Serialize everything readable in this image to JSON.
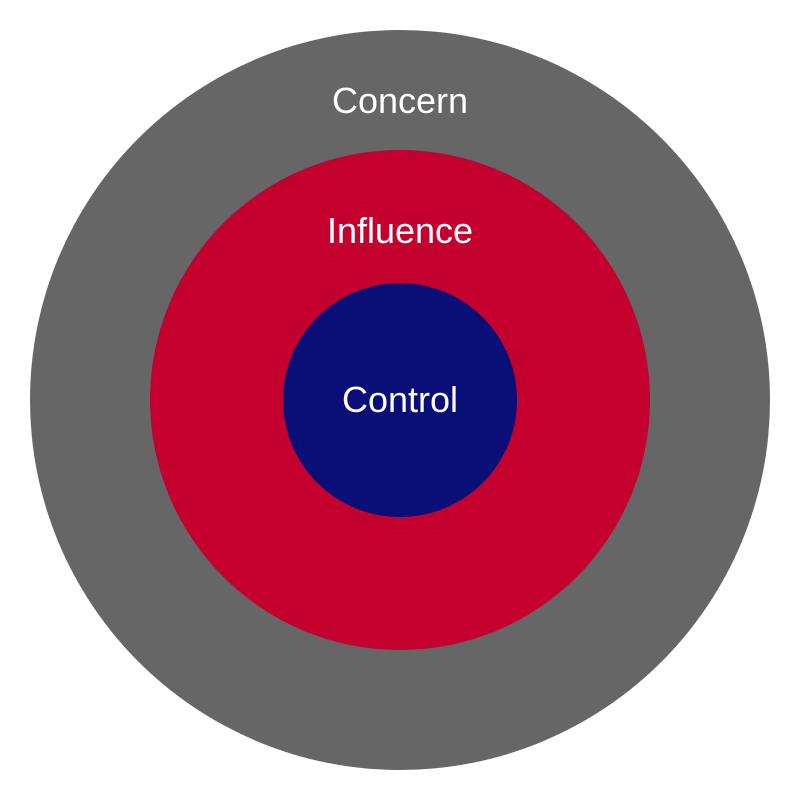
{
  "diagram": {
    "rings": [
      {
        "id": "concern",
        "label": "Concern",
        "color": "#666666"
      },
      {
        "id": "influence",
        "label": "Influence",
        "color": "#c4002f"
      },
      {
        "id": "control",
        "label": "Control",
        "color": "#0a0f78"
      }
    ],
    "label_color": "#ffffff"
  }
}
